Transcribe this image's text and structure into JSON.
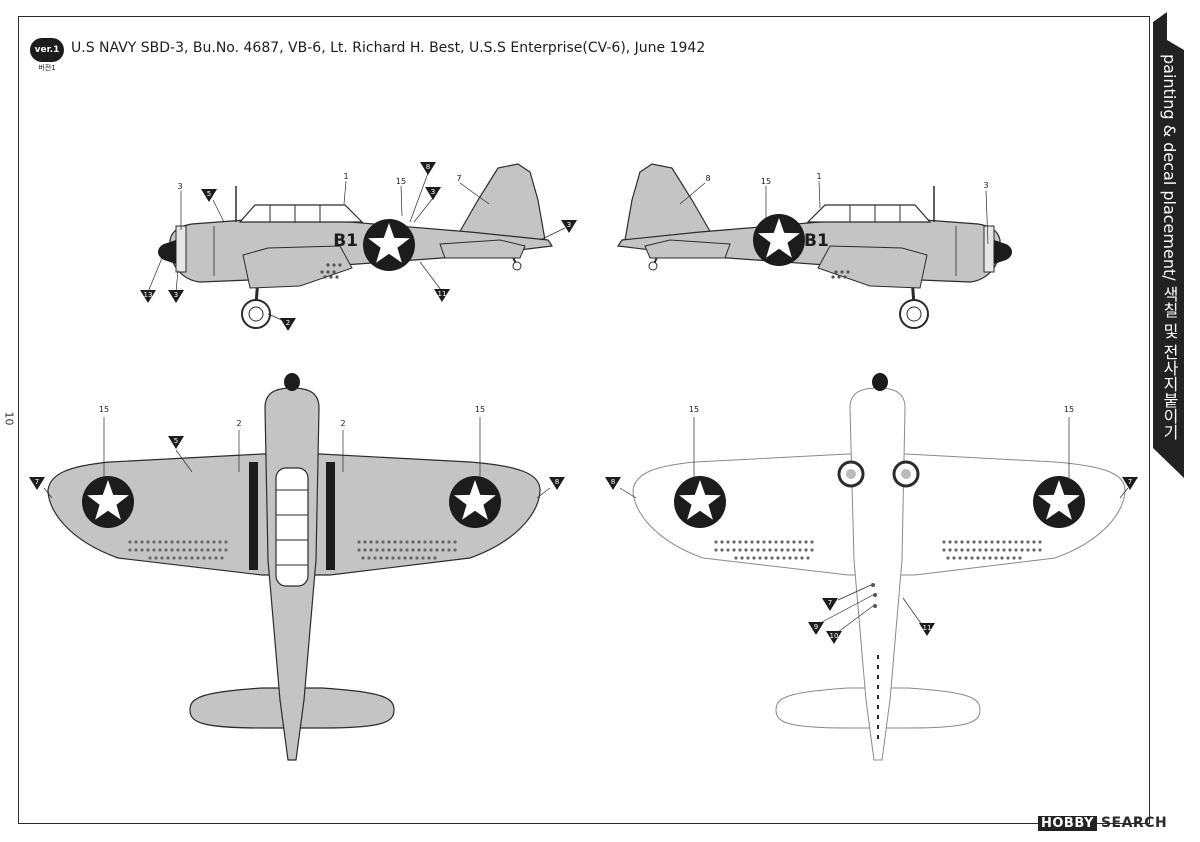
{
  "version_badge": {
    "label": "ver.1",
    "sublabel": "버전1"
  },
  "title": "U.S NAVY SBD-3, Bu.No. 4687, VB-6, Lt. Richard H. Best, U.S.S Enterprise(CV-6), June 1942",
  "page_number": "10",
  "side_tab": {
    "label": "painting & decal placement/ 색칠 및 전사지붙이기"
  },
  "watermark": {
    "logo": "HOBBY",
    "label": "SEARCH"
  },
  "colors": {
    "paint_gray": "#c4c4c4",
    "outline": "#2b2b2b",
    "insignia_dark": "#1c1c1c",
    "tab_dark": "#222222"
  },
  "fuselage_code": "B1",
  "callouts": {
    "left_profile": {
      "c1": "1",
      "c2": "2",
      "c3a": "3",
      "c3b": "3",
      "c3c": "3",
      "c5": "5",
      "c7": "7",
      "c8": "8",
      "c11": "11",
      "c13": "13",
      "c15": "15"
    },
    "right_profile": {
      "c1": "1",
      "c3": "3",
      "c8": "8",
      "c15": "15"
    },
    "top_view": {
      "c2a": "2",
      "c2b": "2",
      "c5": "5",
      "c7": "7",
      "c8": "8",
      "c15a": "15",
      "c15b": "15"
    },
    "bottom_view": {
      "c7a": "7",
      "c7b": "7",
      "c8": "8",
      "c9": "9",
      "c10": "10",
      "c11": "11",
      "c15a": "15",
      "c15b": "15"
    }
  }
}
